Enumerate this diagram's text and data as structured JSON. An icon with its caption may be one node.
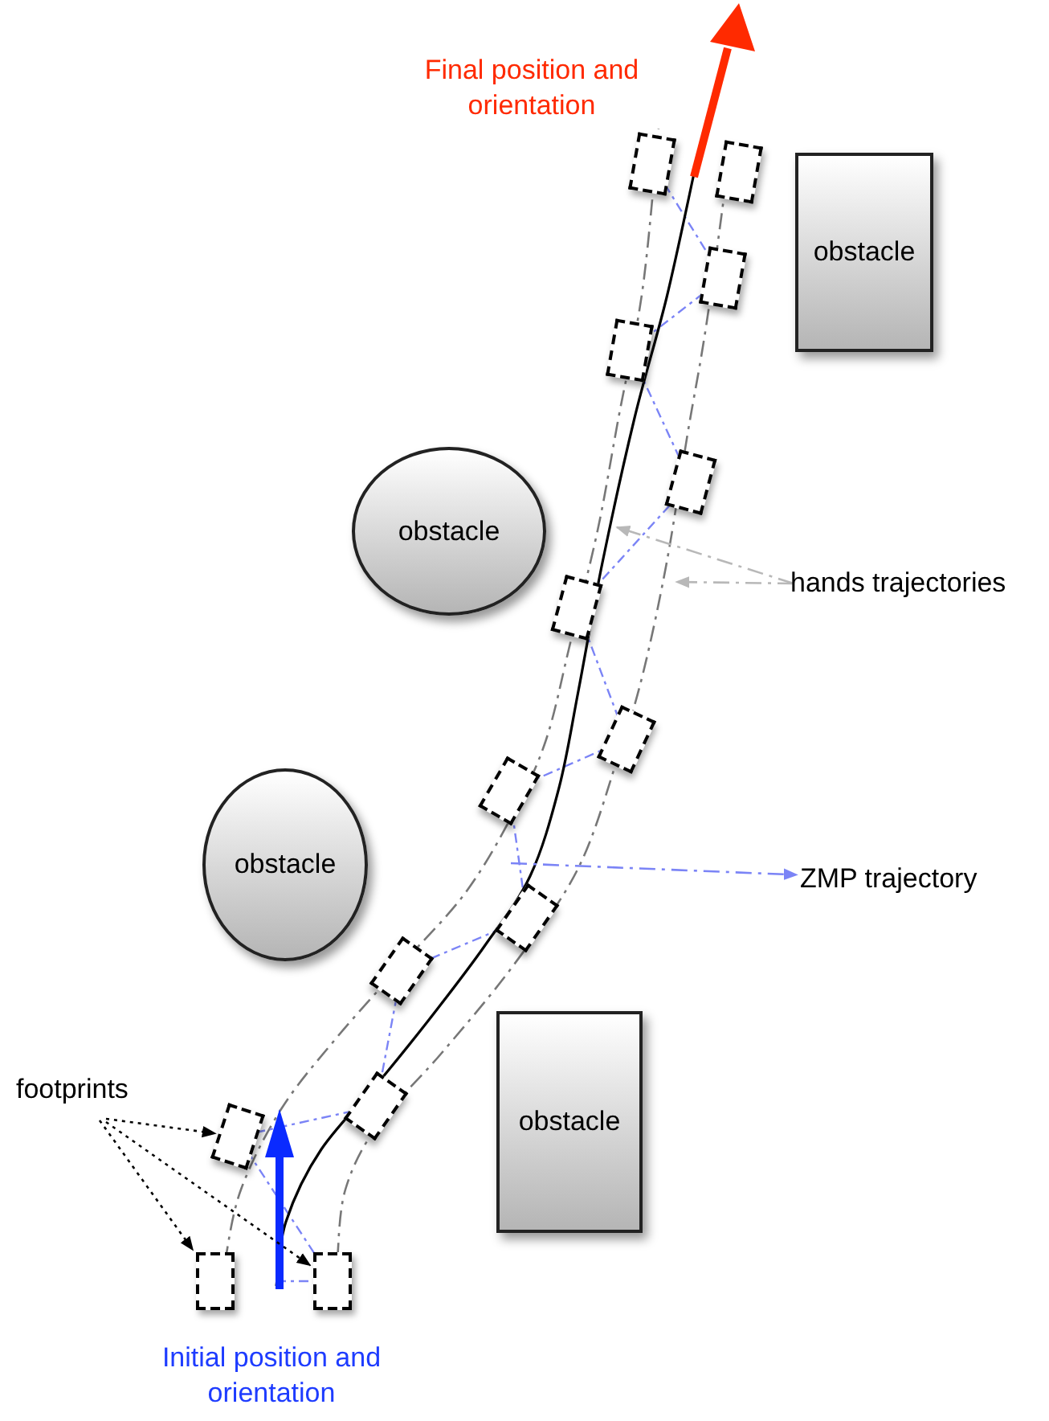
{
  "diagram": {
    "nodes": [
      {
        "text": [
          "obstacle"
        ]
      },
      {
        "text": [
          "obstacle"
        ]
      },
      {
        "text": [
          "hands trajectories"
        ]
      },
      {
        "text": [
          "obstacle"
        ]
      },
      {
        "text": [
          "ZMP trajectory"
        ]
      },
      {
        "text": [
          "obstacle"
        ]
      },
      {
        "text": [
          "footprints"
        ]
      },
      {
        "text": [],
        "shape": "box"
      },
      {
        "text": [],
        "shape": "box"
      },
      {
        "text": [],
        "shape": "box"
      },
      {
        "text": [],
        "shape": "box"
      },
      {
        "text": [],
        "shape": "box"
      },
      {
        "text": [],
        "shape": "box"
      },
      {
        "text": [],
        "shape": "box"
      },
      {
        "text": [],
        "shape": "box"
      },
      {
        "text": [],
        "shape": "box"
      },
      {
        "text": [],
        "shape": "box"
      },
      {
        "text": [],
        "shape": "box"
      },
      {
        "text": [],
        "shape": "box"
      },
      {
        "text": [],
        "shape": "box"
      },
      {
        "text": [],
        "shape": "box"
      }
    ],
    "edges": [
      {
        "from": 2,
        "to": null,
        "arrow": "to",
        "style": "dashed",
        "color": "#b8b8b8"
      },
      {
        "from": 2,
        "to": null,
        "arrow": "to",
        "style": "dashed",
        "color": "#b8b8b8"
      },
      {
        "from": null,
        "to": 4,
        "arrow": "to",
        "style": "dashed",
        "color": "#7b84f6"
      },
      {
        "from": 6,
        "to": 18,
        "arrow": "to",
        "style": "dashed"
      },
      {
        "from": 6,
        "to": 19,
        "arrow": "to",
        "style": "dashed"
      },
      {
        "from": 6,
        "to": 20,
        "arrow": "to",
        "style": "dashed"
      }
    ],
    "labels": [
      "Final position and orientation",
      "Initial position and orientation"
    ]
  }
}
